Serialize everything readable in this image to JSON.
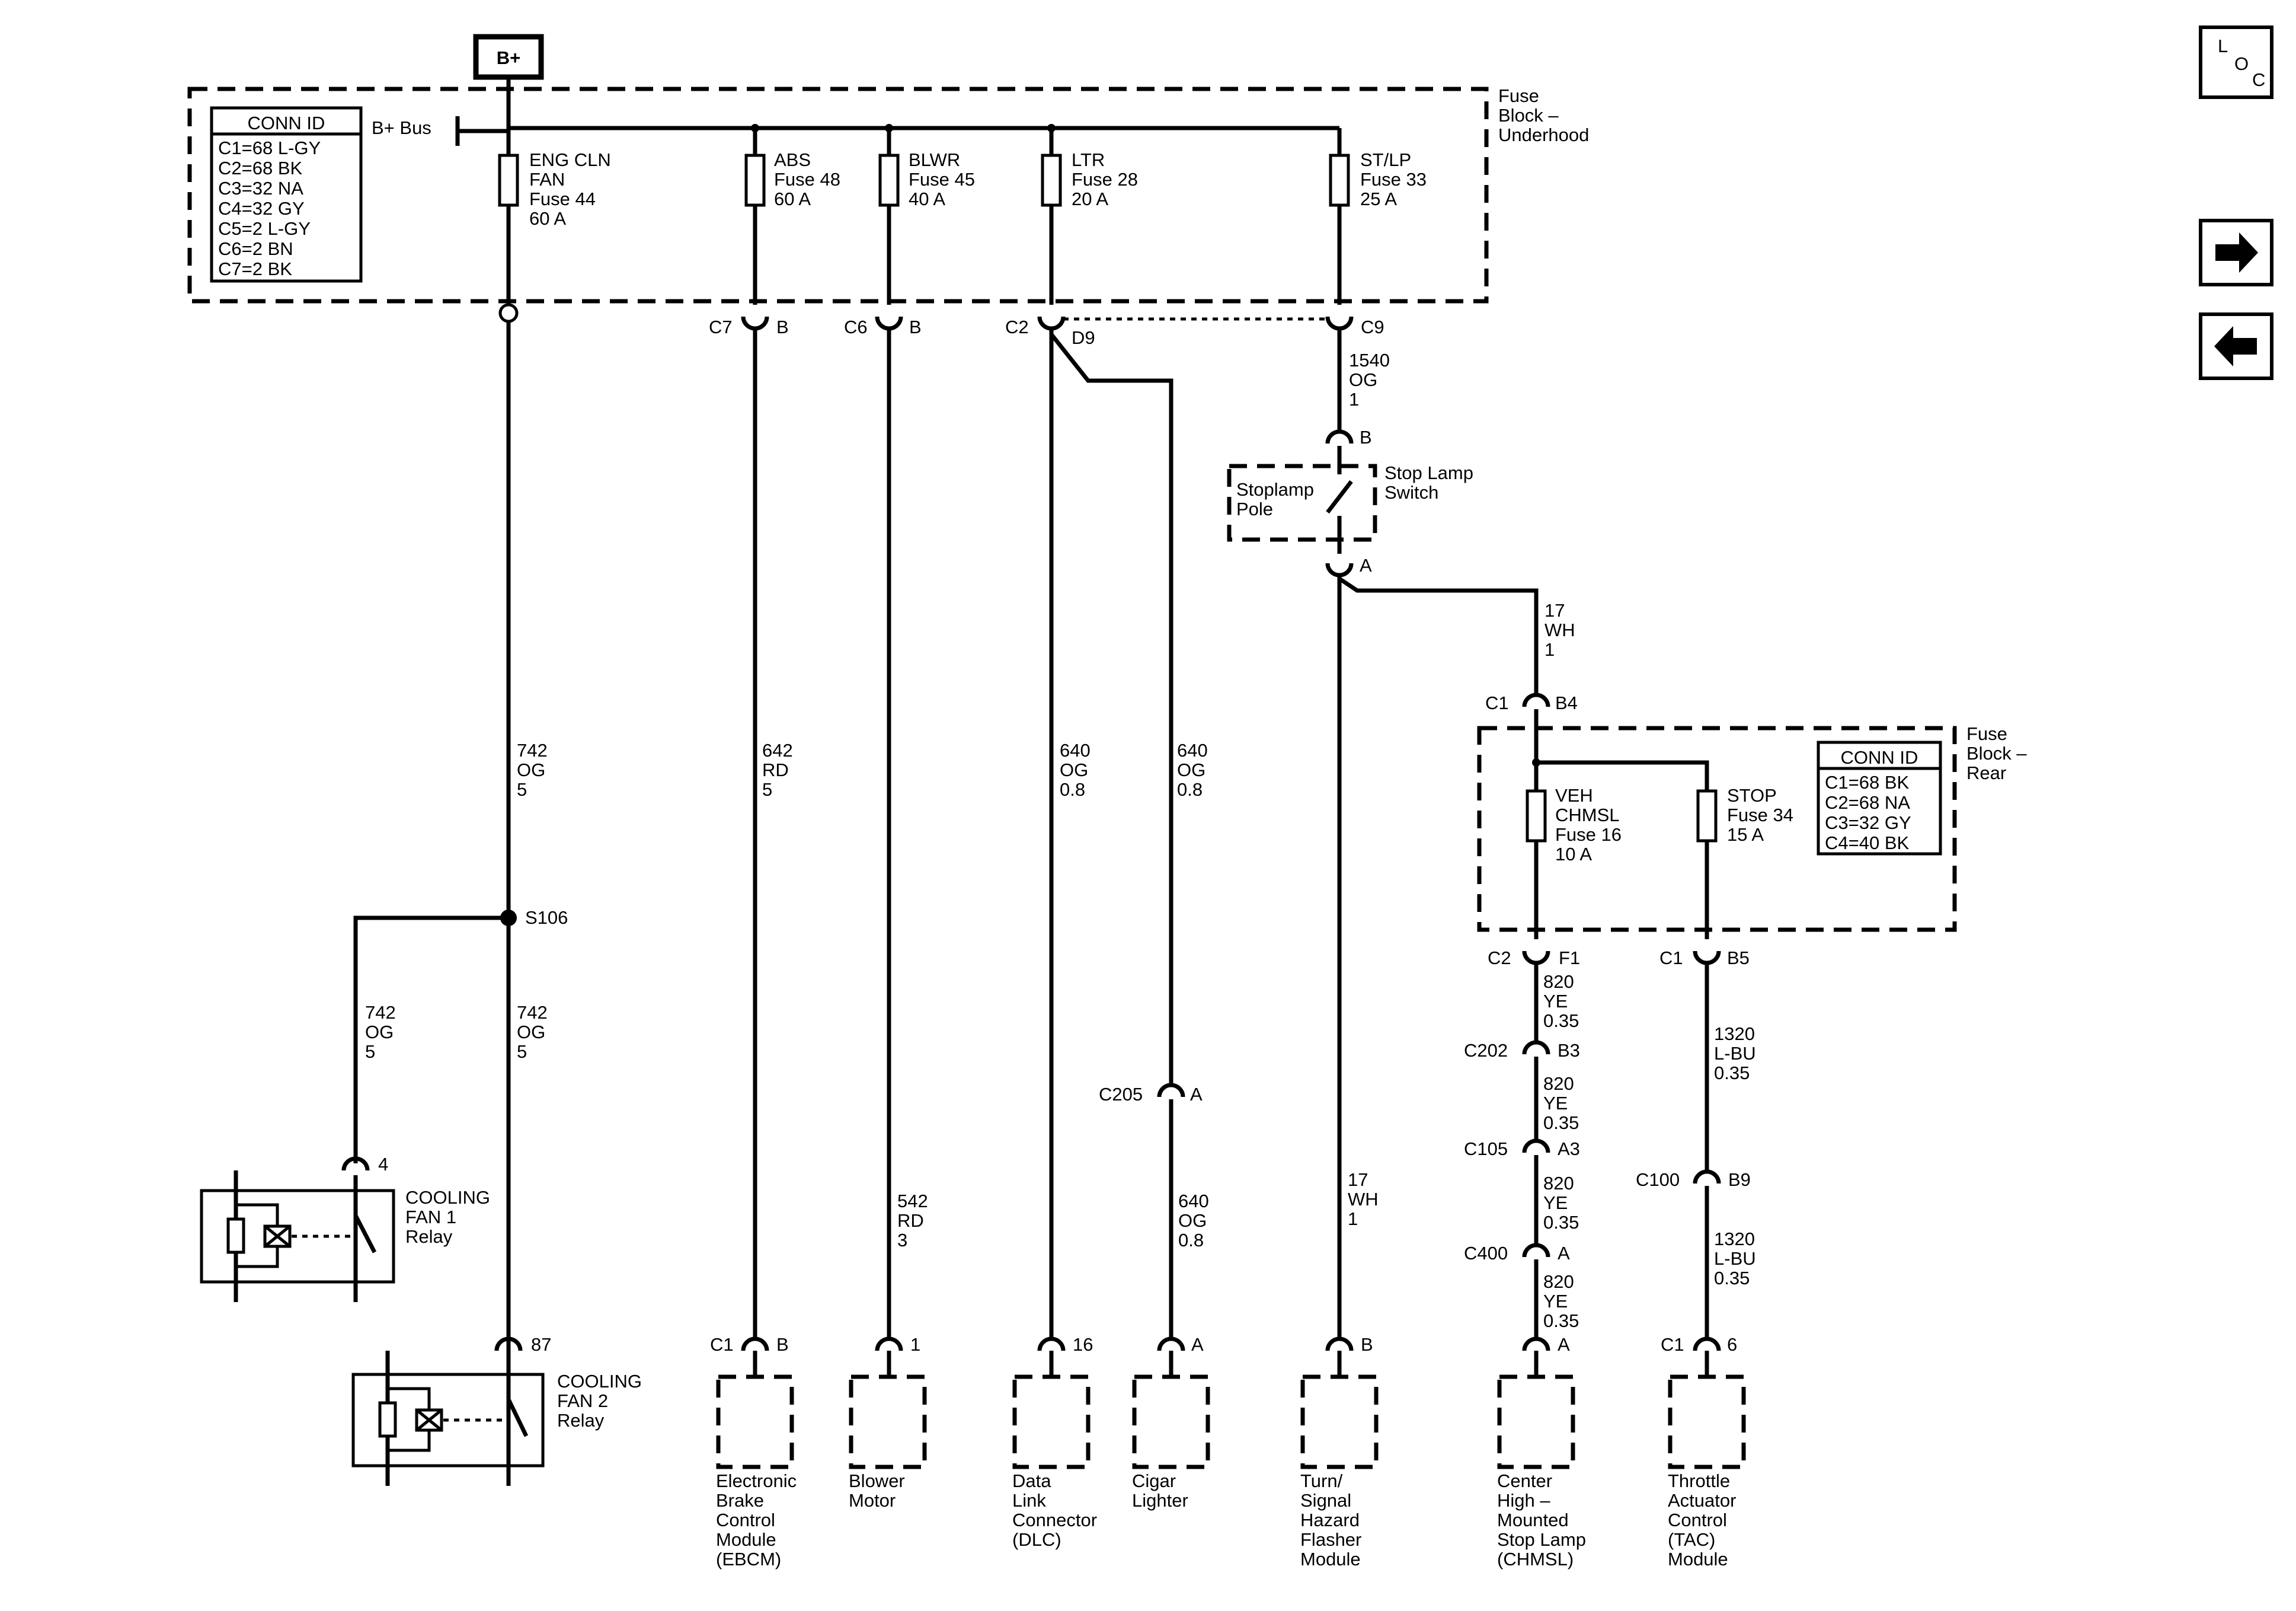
{
  "power_source": "B+",
  "loc_label": {
    "l": "L",
    "o": "O",
    "c": "C"
  },
  "nav": {
    "forward_icon": "arrow-right-icon",
    "back_icon": "arrow-left-icon"
  },
  "fuse_block_underhood": {
    "label": [
      "Fuse",
      "Block –",
      "Underhood"
    ],
    "bus_label": "B+ Bus",
    "conn_id": {
      "title": "CONN ID",
      "rows": [
        "C1=68 L-GY",
        "C2=68 BK",
        "C3=32 NA",
        "C4=32 GY",
        "C5=2 L-GY",
        "C6=2 BN",
        "C7=2 BK"
      ]
    },
    "fuses": [
      {
        "lines": [
          "ENG CLN",
          "FAN",
          "Fuse 44",
          "60 A"
        ]
      },
      {
        "lines": [
          "ABS",
          "Fuse 48",
          "60 A"
        ]
      },
      {
        "lines": [
          "BLWR",
          "Fuse 45",
          "40 A"
        ]
      },
      {
        "lines": [
          "LTR",
          "Fuse 28",
          "20 A"
        ]
      },
      {
        "lines": [
          "ST/LP",
          "Fuse 33",
          "25 A"
        ]
      }
    ]
  },
  "fuse_block_rear": {
    "label": [
      "Fuse",
      "Block –",
      "Rear"
    ],
    "conn_id": {
      "title": "CONN ID",
      "rows": [
        "C1=68 BK",
        "C2=68 NA",
        "C3=32 GY",
        "C4=40 BK"
      ]
    },
    "fuses": [
      {
        "lines": [
          "VEH",
          "CHMSL",
          "Fuse 16",
          "10 A"
        ]
      },
      {
        "lines": [
          "STOP",
          "Fuse 34",
          "15 A"
        ]
      }
    ]
  },
  "connectors": {
    "c7": {
      "left": "C7",
      "right": "B"
    },
    "c6": {
      "left": "C6",
      "right": "B"
    },
    "c2_d9": {
      "left": "C2",
      "right": "D9"
    },
    "c9": {
      "right": "C9"
    },
    "stop_switch_b": {
      "right": "B"
    },
    "stop_switch_a": {
      "right": "A"
    },
    "c1_b4": {
      "left": "C1",
      "right": "B4"
    },
    "c2_f1": {
      "left": "C2",
      "right": "F1"
    },
    "c1_b5": {
      "left": "C1",
      "right": "B5"
    },
    "c202": {
      "left": "C202",
      "right": "B3"
    },
    "c105": {
      "left": "C105",
      "right": "A3"
    },
    "c100": {
      "left": "C100",
      "right": "B9"
    },
    "c400": {
      "left": "C400",
      "right": "A"
    },
    "c205": {
      "left": "C205",
      "right": "A"
    },
    "relay1_pin": {
      "right": "4"
    },
    "relay2_pin": {
      "right": "87"
    },
    "ebcm": {
      "left": "C1",
      "right": "B"
    },
    "blower": {
      "right": "1"
    },
    "dlc": {
      "right": "16"
    },
    "lighter": {
      "right": "A"
    },
    "flasher": {
      "right": "B"
    },
    "chmsl": {
      "right": "A"
    },
    "tac": {
      "left": "C1",
      "right": "6"
    }
  },
  "splice": "S106",
  "wires": {
    "w742_main": [
      "742",
      "OG",
      "5"
    ],
    "w742_left": [
      "742",
      "OG",
      "5"
    ],
    "w742_lower": [
      "742",
      "OG",
      "5"
    ],
    "w642": [
      "642",
      "RD",
      "5"
    ],
    "w542": [
      "542",
      "RD",
      "3"
    ],
    "w640_dlc": [
      "640",
      "OG",
      "0.8"
    ],
    "w640_upper": [
      "640",
      "OG",
      "0.8"
    ],
    "w640_lower": [
      "640",
      "OG",
      "0.8"
    ],
    "w1540": [
      "1540",
      "OG",
      "1"
    ],
    "w17_upper": [
      "17",
      "WH",
      "1"
    ],
    "w17_lower": [
      "17",
      "WH",
      "1"
    ],
    "w820_a": [
      "820",
      "YE",
      "0.35"
    ],
    "w820_b": [
      "820",
      "YE",
      "0.35"
    ],
    "w820_c": [
      "820",
      "YE",
      "0.35"
    ],
    "w820_d": [
      "820",
      "YE",
      "0.35"
    ],
    "w1320_a": [
      "1320",
      "L-BU",
      "0.35"
    ],
    "w1320_b": [
      "1320",
      "L-BU",
      "0.35"
    ]
  },
  "stop_switch": {
    "pole_label": [
      "Stoplamp",
      "Pole"
    ],
    "label": [
      "Stop Lamp",
      "Switch"
    ]
  },
  "relays": {
    "fan1": [
      "COOLING",
      "FAN 1",
      "Relay"
    ],
    "fan2": [
      "COOLING",
      "FAN 2",
      "Relay"
    ]
  },
  "components": {
    "ebcm": [
      "Electronic",
      "Brake",
      "Control",
      "Module",
      "(EBCM)"
    ],
    "blower": [
      "Blower",
      "Motor"
    ],
    "dlc": [
      "Data",
      "Link",
      "Connector",
      "(DLC)"
    ],
    "lighter": [
      "Cigar",
      "Lighter"
    ],
    "flasher": [
      "Turn/",
      "Signal",
      "Hazard",
      "Flasher",
      "Module"
    ],
    "chmsl": [
      "Center",
      "High –",
      "Mounted",
      "Stop Lamp",
      "(CHMSL)"
    ],
    "tac": [
      "Throttle",
      "Actuator",
      "Control",
      "(TAC)",
      "Module"
    ]
  }
}
